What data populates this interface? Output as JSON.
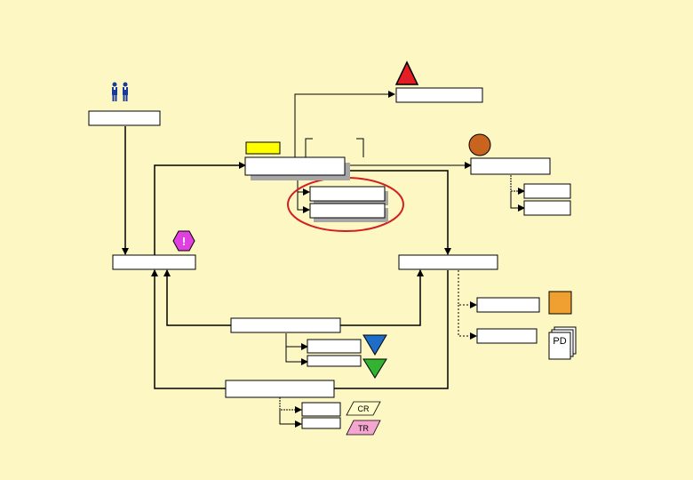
{
  "colors": {
    "background": "#fdf7c4",
    "warning_triangle": "#e31e24",
    "circle": "#c8641e",
    "hexagon": "#e040e0",
    "down_triangle_blue": "#1e6ec8",
    "down_triangle_green": "#32b432",
    "square": "#f0a030",
    "highlight_ellipse": "#d02020",
    "yellow_tag": "#ffff00",
    "cr_shape": "#fffcc8",
    "tr_shape": "#f4a6d0"
  },
  "labels": {
    "hexagon_mark": "!",
    "pd_doc": "PD",
    "cr_shape": "CR",
    "tr_shape": "TR"
  },
  "icons": [
    "people-icon",
    "warning-triangle-icon",
    "brown-circle-icon",
    "alert-hexagon-icon",
    "blue-down-triangle-icon",
    "green-down-triangle-icon",
    "orange-square-icon",
    "document-stack-icon"
  ]
}
